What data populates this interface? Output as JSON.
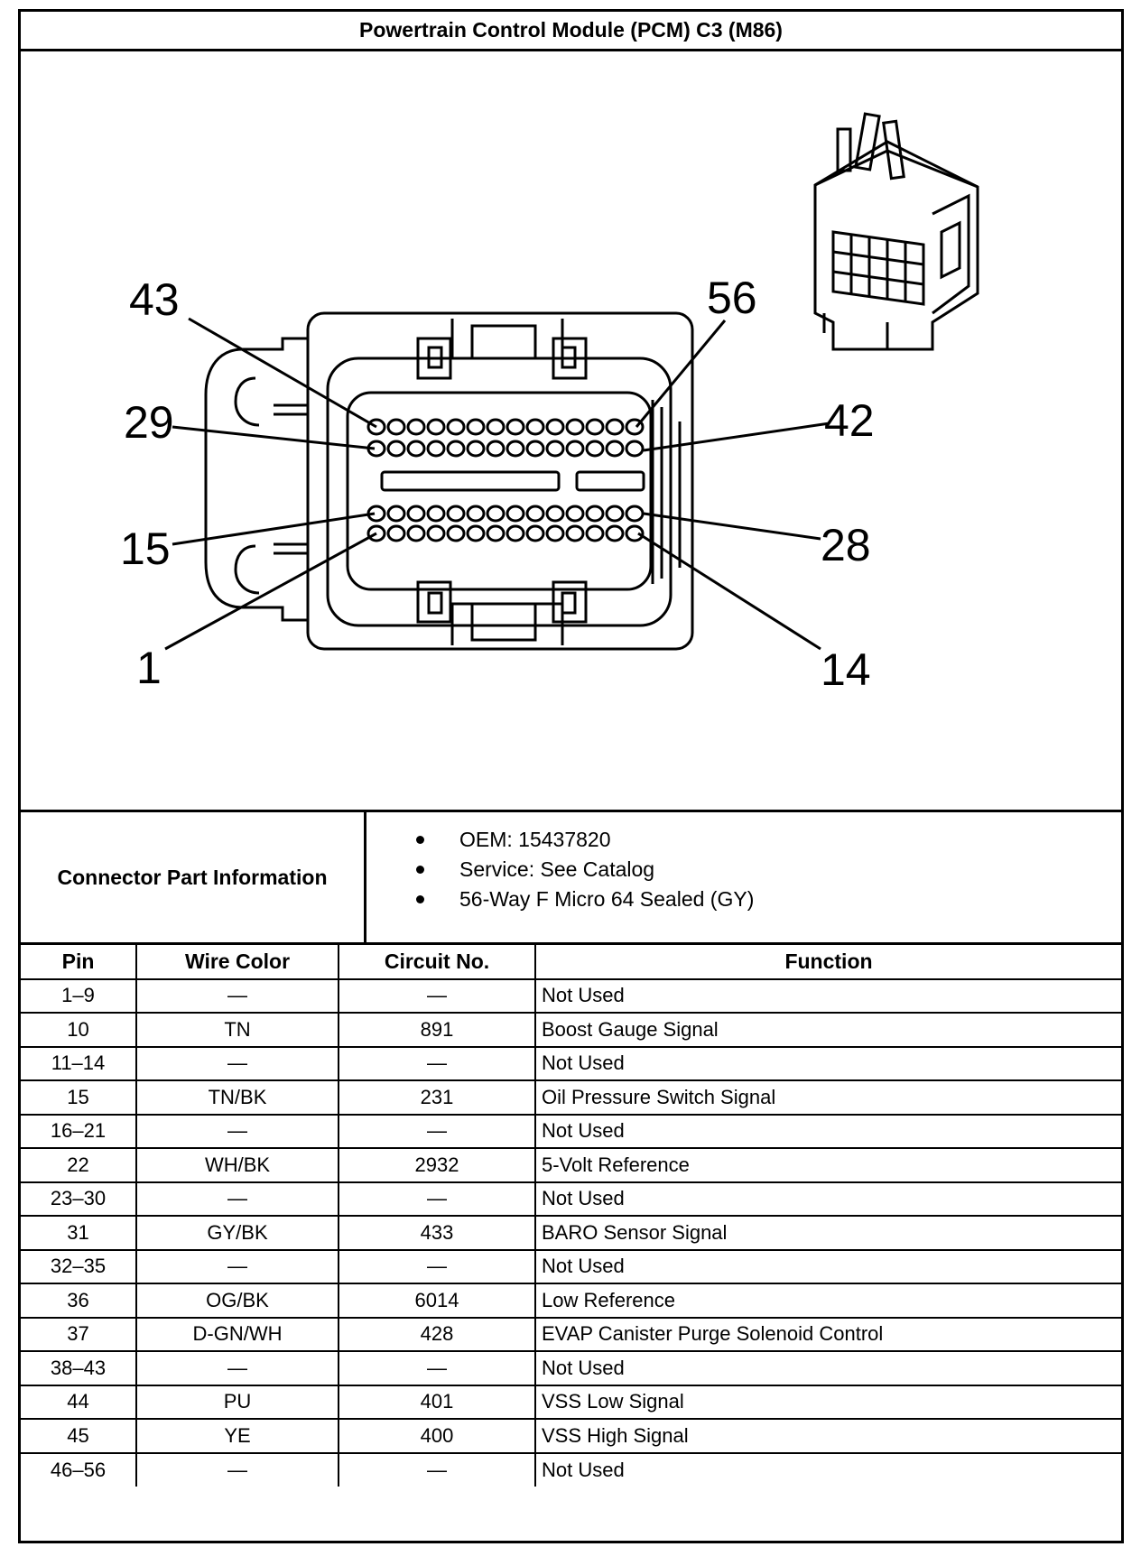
{
  "title": "Powertrain Control Module (PCM) C3 (M86)",
  "figure": {
    "callouts": {
      "pin_43": "43",
      "pin_56": "56",
      "pin_29": "29",
      "pin_42": "42",
      "pin_15": "15",
      "pin_28": "28",
      "pin_1": "1",
      "pin_14": "14"
    }
  },
  "connector_info": {
    "label": "Connector Part Information",
    "items": [
      "OEM: 15437820",
      "Service: See Catalog",
      "56-Way F Micro 64 Sealed (GY)"
    ]
  },
  "table": {
    "headers": {
      "pin": "Pin",
      "wire_color": "Wire Color",
      "circuit": "Circuit No.",
      "function": "Function"
    },
    "rows": [
      {
        "pin": "1–9",
        "wire": "—",
        "circuit": "—",
        "function": "Not Used"
      },
      {
        "pin": "10",
        "wire": "TN",
        "circuit": "891",
        "function": "Boost Gauge Signal"
      },
      {
        "pin": "11–14",
        "wire": "—",
        "circuit": "—",
        "function": "Not Used"
      },
      {
        "pin": "15",
        "wire": "TN/BK",
        "circuit": "231",
        "function": "Oil Pressure Switch Signal"
      },
      {
        "pin": "16–21",
        "wire": "—",
        "circuit": "—",
        "function": "Not Used"
      },
      {
        "pin": "22",
        "wire": "WH/BK",
        "circuit": "2932",
        "function": "5-Volt Reference"
      },
      {
        "pin": "23–30",
        "wire": "—",
        "circuit": "—",
        "function": "Not Used"
      },
      {
        "pin": "31",
        "wire": "GY/BK",
        "circuit": "433",
        "function": "BARO Sensor Signal"
      },
      {
        "pin": "32–35",
        "wire": "—",
        "circuit": "—",
        "function": "Not Used"
      },
      {
        "pin": "36",
        "wire": "OG/BK",
        "circuit": "6014",
        "function": "Low Reference"
      },
      {
        "pin": "37",
        "wire": "D-GN/WH",
        "circuit": "428",
        "function": "EVAP Canister Purge Solenoid Control"
      },
      {
        "pin": "38–43",
        "wire": "—",
        "circuit": "—",
        "function": "Not Used"
      },
      {
        "pin": "44",
        "wire": "PU",
        "circuit": "401",
        "function": "VSS Low Signal"
      },
      {
        "pin": "45",
        "wire": "YE",
        "circuit": "400",
        "function": "VSS High Signal"
      },
      {
        "pin": "46–56",
        "wire": "—",
        "circuit": "—",
        "function": "Not Used"
      }
    ]
  }
}
